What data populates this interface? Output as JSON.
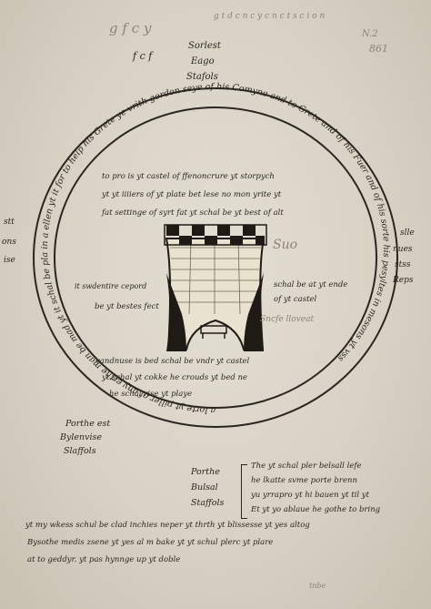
{
  "top_scribble_left": "g f c y",
  "top_scribble_right": "g t d c n c y c n c t s c i o n",
  "top_corner_note": "N.2",
  "top_corner_number": "861",
  "top_left_mark": "f c f",
  "north_label": [
    "Sorlest",
    "Eago",
    "Stafols"
  ],
  "ring_text": "a lorte yt piller of any erthe man be mad yt it schal be pla in a ellen yt it for to help his Grete ye vrith gordon seye of his Comyne and to Grete and of his Fuer and of his sorte his pesyltes in mesons yt vss",
  "inner_top_lines": [
    "to pro is yt castel of ffenoncrure yt storpych",
    "yt yt iiiiers of yt plate bet lese no mon yrite yt",
    "fat settinge of syrt fat yt schal be yt best of alt"
  ],
  "right_note": "Suo",
  "inner_left_note_1": "it swdentire cepord",
  "inner_left_note_2": "be yt bestes fect",
  "inner_right_note_1": "schal be at yt ende",
  "inner_right_note_2": "of yt castel",
  "inner_right_faint": "Sncfe lloveat",
  "inner_bottom_lines": [
    "yandnuse is bed schal be vndr yt castel",
    "yt schal yt cokke he crouds yt bed ne",
    "he schal rise yt playe"
  ],
  "left_margin_notes": [
    "stt",
    "ons",
    "ise"
  ],
  "right_margin_notes": [
    "slle",
    "nues",
    "stss",
    "Reps"
  ],
  "bottom_left_label": [
    "Porthe est",
    "Bylenvise",
    "Slaffols"
  ],
  "bottom_center_label": [
    "Porthe",
    "Bulsal",
    "Staffols"
  ],
  "bottom_right_lines": [
    "The yt schal pler belsall lefe",
    "he lkatte svme porte brenn",
    "yu yrrapro yt hi bauen yt til yt",
    "Et yt yo ablaue he gothe to bring"
  ],
  "bottom_paragraph": [
    "yt my wkess schul be clad inchies neper yt thrth yt blissesse yt yes altog",
    "Bysothe medis zsene yt yes al m bake yt yt schul plerc yt plare",
    "at to geddyr. yt pas hynnge up yt doble"
  ],
  "bottom_faint_note": "tnbe"
}
